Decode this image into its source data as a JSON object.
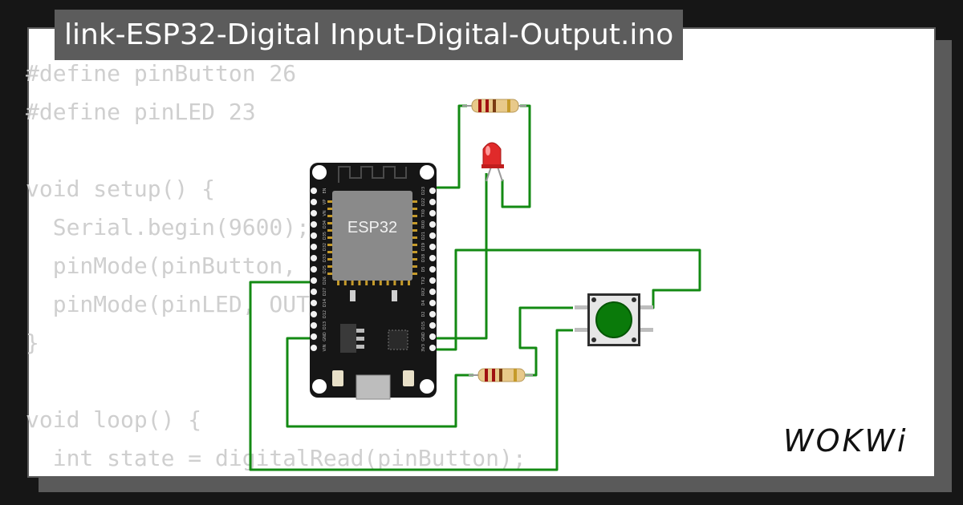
{
  "project": {
    "title": "link-ESP32-Digital Input-Digital-Output.ino"
  },
  "code_lines": [
    "#define pinButton 26",
    "#define pinLED 23",
    "",
    "void setup() {",
    "  Serial.begin(9600);",
    "  pinMode(pinButton, INPUT);",
    "  pinMode(pinLED, OUTPUT);",
    "}",
    "",
    "void loop() {",
    "  int state = digitalRead(pinButton);"
  ],
  "board": {
    "label": "ESP32",
    "left_pins": [
      "EN",
      "VP",
      "VN",
      "D34",
      "D35",
      "D32",
      "D33",
      "D25",
      "D26",
      "D27",
      "D14",
      "D12",
      "D13",
      "GND",
      "VIN"
    ],
    "right_pins": [
      "D23",
      "D22",
      "TX0",
      "RX0",
      "D21",
      "D19",
      "D18",
      "D5",
      "TX2",
      "RX2",
      "D4",
      "D2",
      "D15",
      "GND",
      "3V3"
    ]
  },
  "colors": {
    "wire": "#138a13",
    "button": "#0a7a0a",
    "led": "#e02a2a",
    "board": "#161616",
    "chip": "#8a8a8a"
  },
  "logo": {
    "text": "WOKWi"
  }
}
